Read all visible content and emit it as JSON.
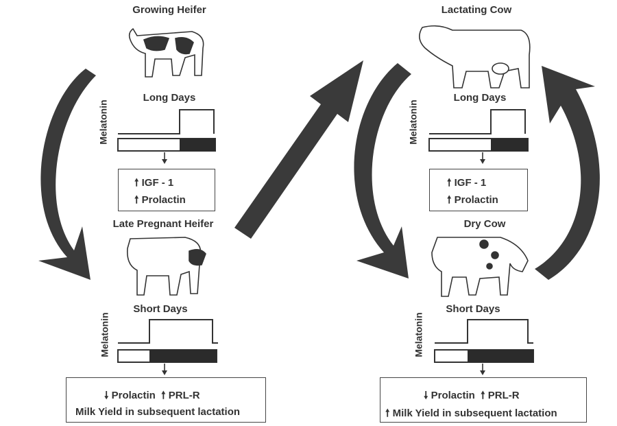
{
  "left": {
    "stage1_title": "Growing Heifer",
    "long_days": "Long Days",
    "melatonin_1": "Melatonin",
    "box1_line1": "IGF - 1",
    "box1_line2": "Prolactin",
    "stage2_title": "Late Pregnant Heifer",
    "short_days": "Short Days",
    "melatonin_2": "Melatonin",
    "box2_line1_a": "Prolactin",
    "box2_line1_b": "PRL-R",
    "box2_line2": "Milk Yield in subsequent lactation"
  },
  "right": {
    "stage1_title": "Lactating Cow",
    "long_days": "Long Days",
    "melatonin_1": "Melatonin",
    "box1_line1": "IGF - 1",
    "box1_line2": "Prolactin",
    "stage2_title": "Dry Cow",
    "short_days": "Short Days",
    "melatonin_2": "Melatonin",
    "box2_line1_a": "Prolactin",
    "box2_line1_b": "PRL-R",
    "box2_line2": "Milk Yield in subsequent lactation"
  },
  "icons": {
    "cow_growing_heifer": "cow-illustration",
    "cow_late_pregnant": "cow-illustration",
    "cow_lactating": "cow-illustration",
    "cow_dry": "cow-illustration",
    "up": "up-arrow-icon",
    "down": "down-arrow-icon"
  },
  "colors": {
    "arrow": "#3a3a3a",
    "bar_dark": "#2b2b2b",
    "text": "#333333"
  }
}
